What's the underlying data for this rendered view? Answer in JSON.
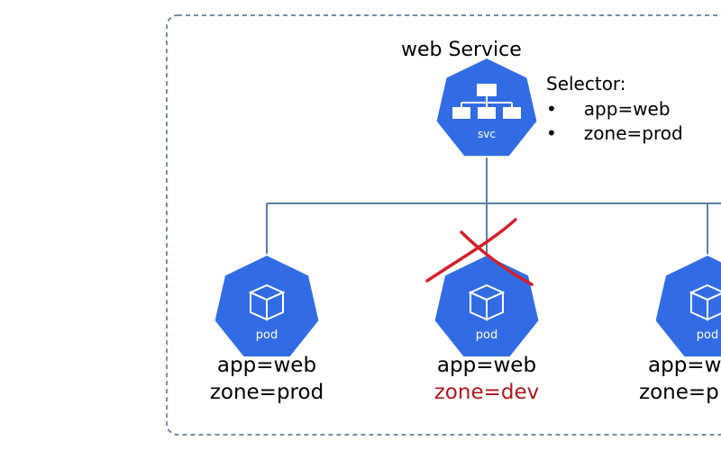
{
  "service": {
    "title": "web Service",
    "icon": "service-icon",
    "icon_label": "svc",
    "selector_title": "Selector:",
    "selector_items": [
      "app=web",
      "zone=prod"
    ]
  },
  "pods": [
    {
      "icon": "pod-icon",
      "icon_label": "pod",
      "labels": [
        "app=web",
        "zone=prod"
      ],
      "selected": true
    },
    {
      "icon": "pod-icon",
      "icon_label": "pod",
      "labels": [
        "app=web",
        "zone=dev"
      ],
      "selected": false
    },
    {
      "icon": "pod-icon",
      "icon_label": "pod",
      "labels": [
        "app=w",
        "zone=p"
      ],
      "selected": true
    }
  ],
  "colors": {
    "kube_blue": "#326ce5",
    "line": "#5b7fa8",
    "frame": "#4a6a95",
    "reject_mark": "#d4202a",
    "mismatch_text": "#b3141e"
  }
}
